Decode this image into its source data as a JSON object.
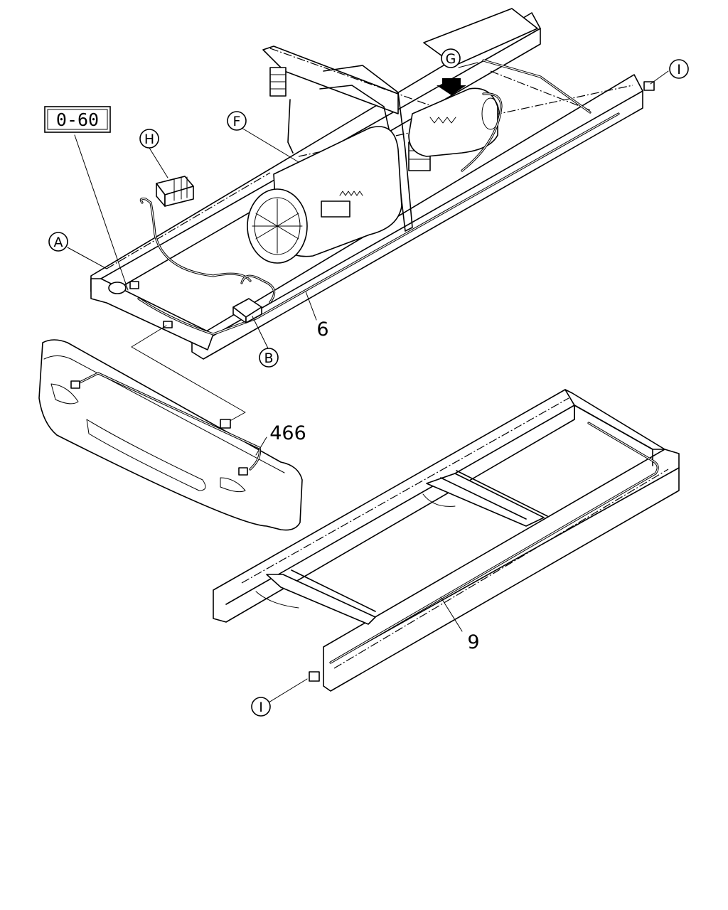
{
  "callouts": {
    "ref_box": "0-60",
    "A": "A",
    "B": "B",
    "F": "F",
    "G": "G",
    "H": "H",
    "I_top": "I",
    "I_bottom": "I"
  },
  "part_numbers": {
    "harness_frame_front": "6",
    "harness_bumper": "466",
    "harness_frame_rear": "9"
  }
}
